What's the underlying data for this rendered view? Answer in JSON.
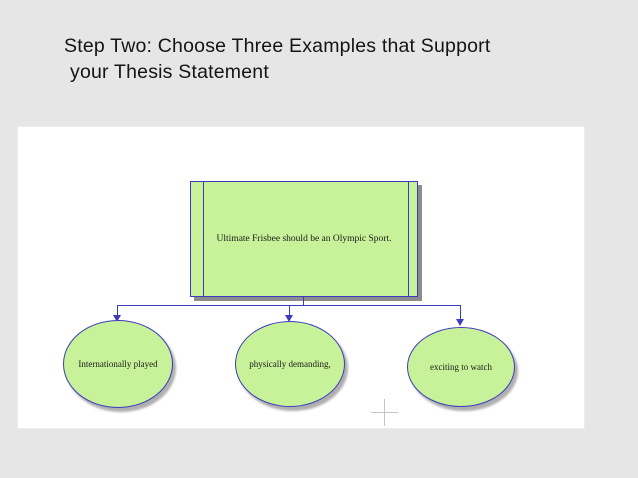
{
  "title": {
    "line1": "Step Two: Choose Three Examples that Support",
    "line2": "your Thesis Statement"
  },
  "diagram": {
    "thesis_box": {
      "label": "Ultimate Frisbee should be an Olympic Sport."
    },
    "nodes": [
      {
        "label": "Internationally played"
      },
      {
        "label": "physically demanding,"
      },
      {
        "label": "exciting to watch"
      }
    ]
  },
  "colors": {
    "background": "#E6E6E6",
    "panel": "#FFFFFF",
    "title_text": "#141414",
    "shape_fill": "#C8F299",
    "shape_border": "#3C3CBE",
    "connector": "#3C3CBE",
    "shadow": "#8C8C8C",
    "crosshair": "#C4C4C4"
  }
}
